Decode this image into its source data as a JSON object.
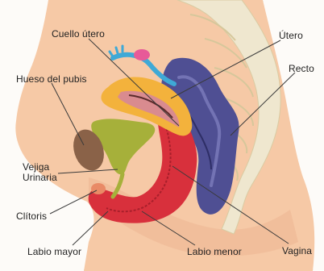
{
  "labels": {
    "cuello_utero": "Cuello útero",
    "utero": "Útero",
    "hueso_pubis": "Hueso del pubis",
    "recto": "Recto",
    "vejiga_line1": "Vejiga",
    "vejiga_line2": "Urinaria",
    "clitoris": "Clítoris",
    "labio_mayor": "Labio mayor",
    "labio_menor": "Labio menor",
    "vagina": "Vagina"
  },
  "colors": {
    "skin": "#f6c9a6",
    "skin_dark": "#e9ad86",
    "uterus": "#f3b23c",
    "uterus_inner": "#d98b8f",
    "bladder": "#a6b03a",
    "rectum": "#4f4f93",
    "vagina": "#d8303c",
    "pubis": "#8a6248",
    "spine": "#ede6cf",
    "tube": "#3fa9d6",
    "ovary": "#e75a98"
  }
}
